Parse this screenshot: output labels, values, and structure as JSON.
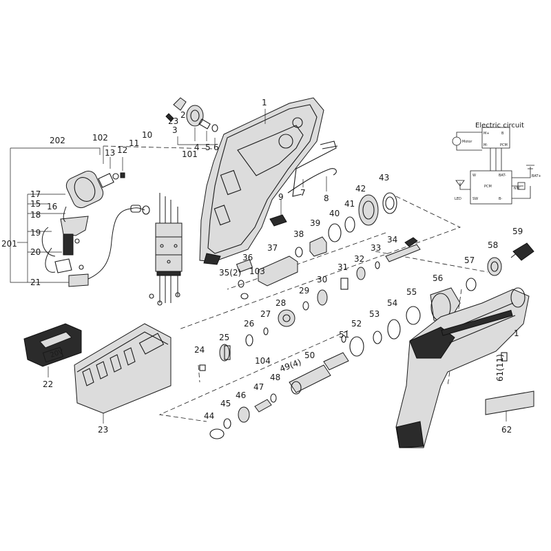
{
  "circuit": {
    "title": "Electric circuit",
    "motor_label": "Motor",
    "pcm_label": "PCM",
    "led_label": "LED",
    "pins": [
      "M+",
      "M-",
      "B",
      "PCM",
      "W",
      "SW",
      "BAT-",
      "B-",
      "BAT+",
      "NTC"
    ]
  },
  "battery": {
    "voltage_text": "20V"
  },
  "callouts": {
    "c1a": "1",
    "c1b": "1",
    "c2": "2",
    "c3": "3",
    "c4": "4",
    "c5": "5",
    "c6": "6",
    "c7": "7",
    "c8": "8",
    "c9": "9",
    "c10": "10",
    "c11": "11",
    "c12": "12",
    "c13": "13",
    "c15": "15",
    "c16": "16",
    "c17": "17",
    "c18": "18",
    "c19": "19",
    "c20": "20",
    "c21": "21",
    "c22": "22",
    "c23": "23",
    "c23b": "23",
    "c24": "24",
    "c25": "25",
    "c26": "26",
    "c27": "27",
    "c28": "28",
    "c29": "29",
    "c30": "30",
    "c31": "31",
    "c32": "32",
    "c33": "33",
    "c34": "34",
    "c35": "35(2)",
    "c36": "36",
    "c37": "37",
    "c38": "38",
    "c39": "39",
    "c40": "40",
    "c41": "41",
    "c42": "42",
    "c43": "43",
    "c44": "44",
    "c45": "45",
    "c46": "46",
    "c47": "47",
    "c48": "48",
    "c49": "49(4)",
    "c50": "50",
    "c51": "51",
    "c52": "52",
    "c53": "53",
    "c54": "54",
    "c55": "55",
    "c56": "56",
    "c57": "57",
    "c58": "58",
    "c59": "59",
    "c61": "61(11)",
    "c62": "62",
    "c101": "101",
    "c102": "102",
    "c103": "103",
    "c104": "104",
    "c201": "201",
    "c202": "202"
  }
}
